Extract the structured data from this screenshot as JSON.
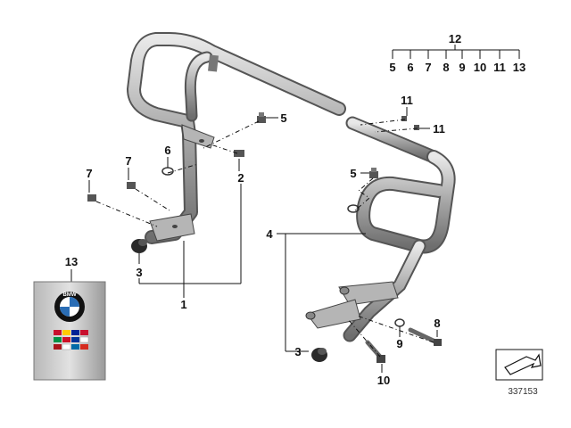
{
  "diagram": {
    "labels": {
      "p1": "1",
      "p2": "2",
      "p3a": "3",
      "p3b": "3",
      "p4": "4",
      "p5a": "5",
      "p5b": "5",
      "p6": "6",
      "p7a": "7",
      "p7b": "7",
      "p8": "8",
      "p9": "9",
      "p10": "10",
      "p11a": "11",
      "p11b": "11",
      "p12": "12",
      "p13": "13"
    },
    "kit": {
      "items": [
        "5",
        "6",
        "7",
        "8",
        "9",
        "10",
        "11",
        "13"
      ]
    },
    "diagram_id": "337153",
    "booklet_brand": "BMW"
  }
}
